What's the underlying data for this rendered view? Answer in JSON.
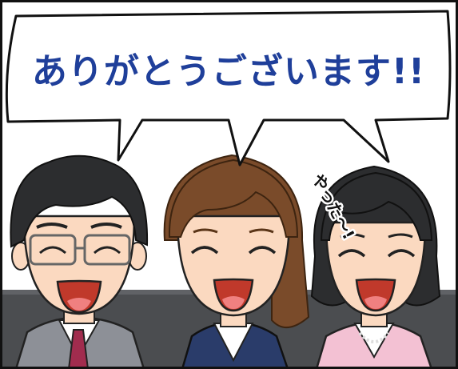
{
  "speech": {
    "main_text": "ありがとうございます!!",
    "side_text": "やった〜!"
  },
  "colors": {
    "text_blue": "#1f3f9a",
    "sofa": "#4b4d50",
    "hair": "#2c2d2f",
    "hair_brown": "#7a4b2a",
    "skin": "#fbd9c0",
    "suit_gray": "#8d9097",
    "suit_navy": "#2a3c6a",
    "suit_pink": "#f3c1d3",
    "tie": "#a12c4e"
  },
  "characters": [
    {
      "role": "man-with-glasses"
    },
    {
      "role": "woman-center"
    },
    {
      "role": "woman-right"
    }
  ]
}
